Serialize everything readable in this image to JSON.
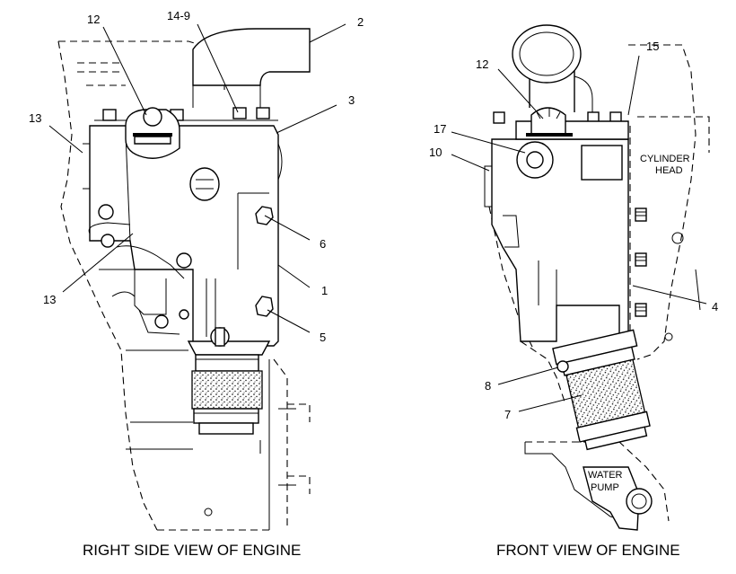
{
  "right_view": {
    "caption": "RIGHT SIDE VIEW OF ENGINE",
    "callouts": {
      "c12": "12",
      "c14_9": "14-9",
      "c2": "2",
      "c3": "3",
      "c13_top": "13",
      "c6": "6",
      "c13_bottom": "13",
      "c1": "1",
      "c5": "5"
    }
  },
  "front_view": {
    "caption": "FRONT VIEW OF ENGINE",
    "callouts": {
      "c12": "12",
      "c15": "15",
      "c17": "17",
      "c10": "10",
      "c4": "4",
      "c8": "8",
      "c7": "7"
    },
    "labels": {
      "cylinder_head_1": "CYLINDER",
      "cylinder_head_2": "HEAD",
      "water_pump_1": "WATER",
      "water_pump_2": "PUMP"
    }
  }
}
